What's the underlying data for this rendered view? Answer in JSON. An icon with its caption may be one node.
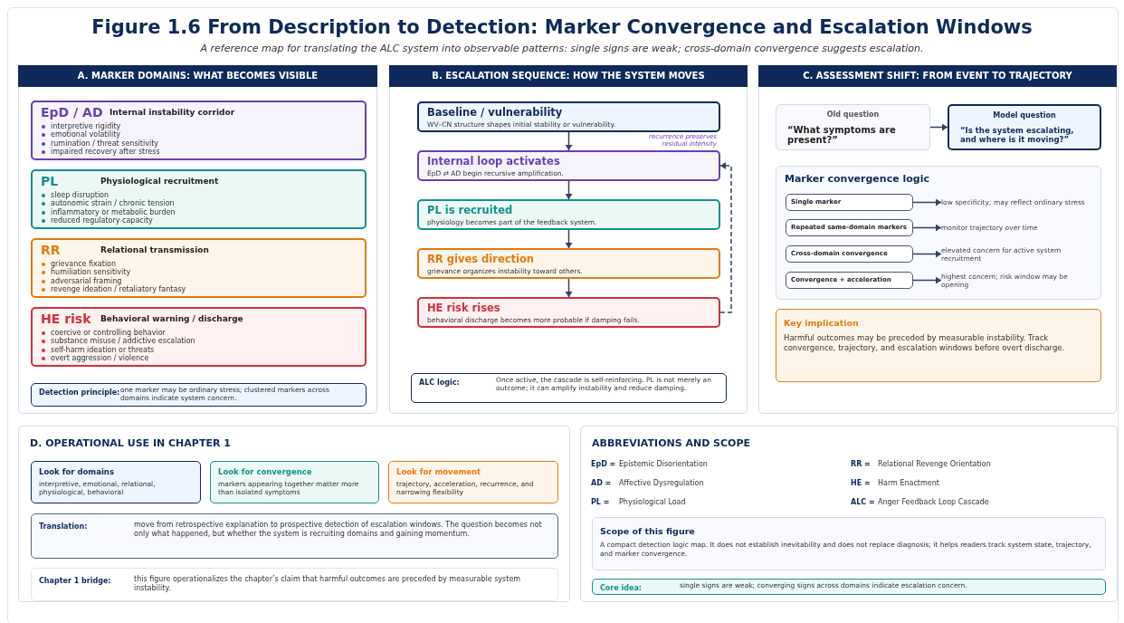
{
  "diagram": {
    "title": "Figure 1.6 From Description to Detection: Marker Convergence and Escalation Windows",
    "caption": "A reference map for translating the ALC system into observable patterns: single signs are weak; cross-domain convergence suggests escalation.",
    "nodes": [
      {
        "text": [
          "A. MARKER DOMAINS: WHAT BECOMES VISIBLE"
        ]
      },
      {
        "text": [
          "EpD / AD",
          "Internal instability corridor",
          "interpretive rigidity",
          "emotional volatility",
          "rumination / threat sensitivity",
          "impaired recovery after stress"
        ],
        "in": 0
      },
      {
        "text": [
          "PL",
          "Physiological recruitment",
          "sleep disruption",
          "autonomic strain / chronic tension",
          "inflammatory or metabolic burden",
          "reduced regulatory capacity"
        ],
        "in": 0
      },
      {
        "text": [
          "RR",
          "Relational transmission",
          "grievance fixation",
          "humiliation sensitivity",
          "adversarial framing",
          "revenge ideation / retaliatory fantasy"
        ],
        "in": 0
      },
      {
        "text": [
          "HE risk",
          "Behavioral warning / discharge",
          "coercive or controlling behavior",
          "substance misuse / addictive escalation",
          "self-harm ideation or threats",
          "overt aggression / violence"
        ],
        "in": 0
      },
      {
        "text": [
          "Detection principle:",
          "one marker may be ordinary stress; clustered markers across domains indicate system concern."
        ],
        "in": 0
      },
      {
        "text": [
          "B. ESCALATION SEQUENCE: HOW THE SYSTEM MOVES"
        ]
      },
      {
        "text": [
          "Baseline / vulnerability",
          "WV–CN structure shapes initial stability or vulnerability."
        ],
        "in": 6
      },
      {
        "text": [
          "Internal loop activates",
          "EpD ⇄ AD begin recursive amplification."
        ],
        "in": 6
      },
      {
        "text": [
          "PL is recruited",
          "physiology becomes part of the feedback system."
        ],
        "in": 6
      },
      {
        "text": [
          "RR gives direction",
          "grievance organizes instability toward others."
        ],
        "in": 6
      },
      {
        "text": [
          "HE risk rises",
          "behavioral discharge becomes more probable if damping fails."
        ],
        "in": 6
      },
      {
        "text": [
          "ALC logic:",
          "Once active, the cascade is self-reinforcing. PL is not merely an outcome; it can amplify instability and reduce damping."
        ],
        "in": 6
      },
      {
        "text": [
          "C. ASSESSMENT SHIFT: FROM EVENT TO TRAJECTORY"
        ]
      },
      {
        "text": [
          "Old question",
          "“What symptoms are present?”"
        ],
        "in": 13
      },
      {
        "text": [
          "Model question",
          "“Is the system escalating, and where is it moving?”"
        ],
        "in": 13
      },
      {
        "text": [
          "Marker convergence logic"
        ],
        "in": 13
      },
      {
        "text": [
          "Single marker"
        ],
        "in": 16
      },
      {
        "text": [
          "low specificity; may reflect ordinary stress"
        ],
        "in": 16
      },
      {
        "text": [
          "Repeated same-domain markers"
        ],
        "in": 16
      },
      {
        "text": [
          "monitor trajectory over time"
        ],
        "in": 16
      },
      {
        "text": [
          "Cross-domain convergence"
        ],
        "in": 16
      },
      {
        "text": [
          "elevated concern for active system recruitment"
        ],
        "in": 16
      },
      {
        "text": [
          "Convergence + acceleration"
        ],
        "in": 16
      },
      {
        "text": [
          "highest concern; risk window may be opening"
        ],
        "in": 16
      },
      {
        "text": [
          "Key implication",
          "Harmful outcomes may be preceded by measurable instability. Track convergence, trajectory, and escalation windows before overt discharge."
        ],
        "in": 13
      },
      {
        "text": [
          "D. OPERATIONAL USE IN CHAPTER 1"
        ]
      },
      {
        "text": [
          "Look for domains",
          "interpretive, emotional, relational, physiological, behavioral"
        ],
        "in": 26
      },
      {
        "text": [
          "Look for convergence",
          "markers appearing together matter more than isolated symptoms"
        ],
        "in": 26
      },
      {
        "text": [
          "Look for movement",
          "trajectory, acceleration, recurrence, and narrowing flexibility"
        ],
        "in": 26
      },
      {
        "text": [
          "Translation:",
          "move from retrospective explanation to prospective detection of escalation windows. The question becomes not only what happened, but whether the system is recruiting domains and gaining momentum."
        ],
        "in": 26
      },
      {
        "text": [
          "Chapter 1 bridge:",
          "this figure operationalizes the chapter’s claim that harmful outcomes are preceded by measurable system instability."
        ],
        "in": 26
      },
      {
        "text": [
          "ABBREVIATIONS AND SCOPE"
        ]
      },
      {
        "text": [
          "Scope of this figure",
          "A compact detection logic map. It does not establish inevitability and does not replace diagnosis; it helps readers track system state, trajectory, and marker convergence."
        ],
        "in": 32
      },
      {
        "text": [
          "Core idea:",
          "single signs are weak; converging signs across domains indicate escalation concern."
        ],
        "in": 32
      }
    ],
    "edges": [
      {
        "from": 7,
        "to": 8,
        "arrow": "to"
      },
      {
        "from": 8,
        "to": 9,
        "arrow": "to"
      },
      {
        "from": 9,
        "to": 10,
        "arrow": "to"
      },
      {
        "from": 10,
        "to": 11,
        "arrow": "to"
      },
      {
        "from": 11,
        "to": 8,
        "arrow": "to",
        "style": "dashed",
        "label": "recurrence preserves residual intensity"
      },
      {
        "from": 14,
        "to": 15,
        "arrow": "to"
      },
      {
        "from": 17,
        "to": 18,
        "arrow": "to"
      },
      {
        "from": 19,
        "to": 20,
        "arrow": "to"
      },
      {
        "from": 21,
        "to": 22,
        "arrow": "to"
      },
      {
        "from": 23,
        "to": 24,
        "arrow": "to"
      }
    ],
    "labels": [
      "EpD =",
      "Epistemic Disorientation",
      "RR =",
      "Relational Revenge Orientation",
      "AD =",
      "Affective Dysregulation",
      "HE =",
      "Harm Enactment",
      "PL =",
      "Physiological Load",
      "ALC =",
      "Anger Feedback Loop Cascade"
    ]
  }
}
